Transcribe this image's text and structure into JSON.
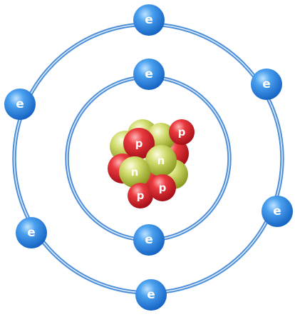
{
  "electrons": {
    "symbol": "e",
    "inner_shell": [
      {
        "id": "inner-top",
        "label": "e"
      },
      {
        "id": "inner-bottom",
        "label": "e"
      }
    ],
    "outer_shell": [
      {
        "id": "outer-top",
        "label": "e"
      },
      {
        "id": "outer-upper-right",
        "label": "e"
      },
      {
        "id": "outer-lower-right",
        "label": "e"
      },
      {
        "id": "outer-bottom",
        "label": "e"
      },
      {
        "id": "outer-lower-left",
        "label": "e"
      },
      {
        "id": "outer-upper-left",
        "label": "e"
      }
    ]
  },
  "nucleus": {
    "proton_symbol": "p",
    "neutron_symbol": "n",
    "labeled_particles": [
      {
        "id": "proton-front-top",
        "type": "proton",
        "label": "p"
      },
      {
        "id": "proton-outer-right",
        "type": "proton",
        "label": "p"
      },
      {
        "id": "neutron-right",
        "type": "neutron",
        "label": "n"
      },
      {
        "id": "neutron-left",
        "type": "neutron",
        "label": "n"
      },
      {
        "id": "proton-bottom-left",
        "type": "proton",
        "label": "p"
      },
      {
        "id": "proton-bottom-right",
        "type": "proton",
        "label": "p"
      }
    ]
  },
  "colors": {
    "electron": "#2f86e0",
    "electron_highlight": "#9fd2ff",
    "shell": "#5a95dc",
    "shell_highlight": "#cfe4fb",
    "proton": "#e5232d",
    "proton_highlight": "#ff9a9a",
    "neutron": "#b5c43a",
    "neutron_highlight": "#f2f7b8"
  }
}
